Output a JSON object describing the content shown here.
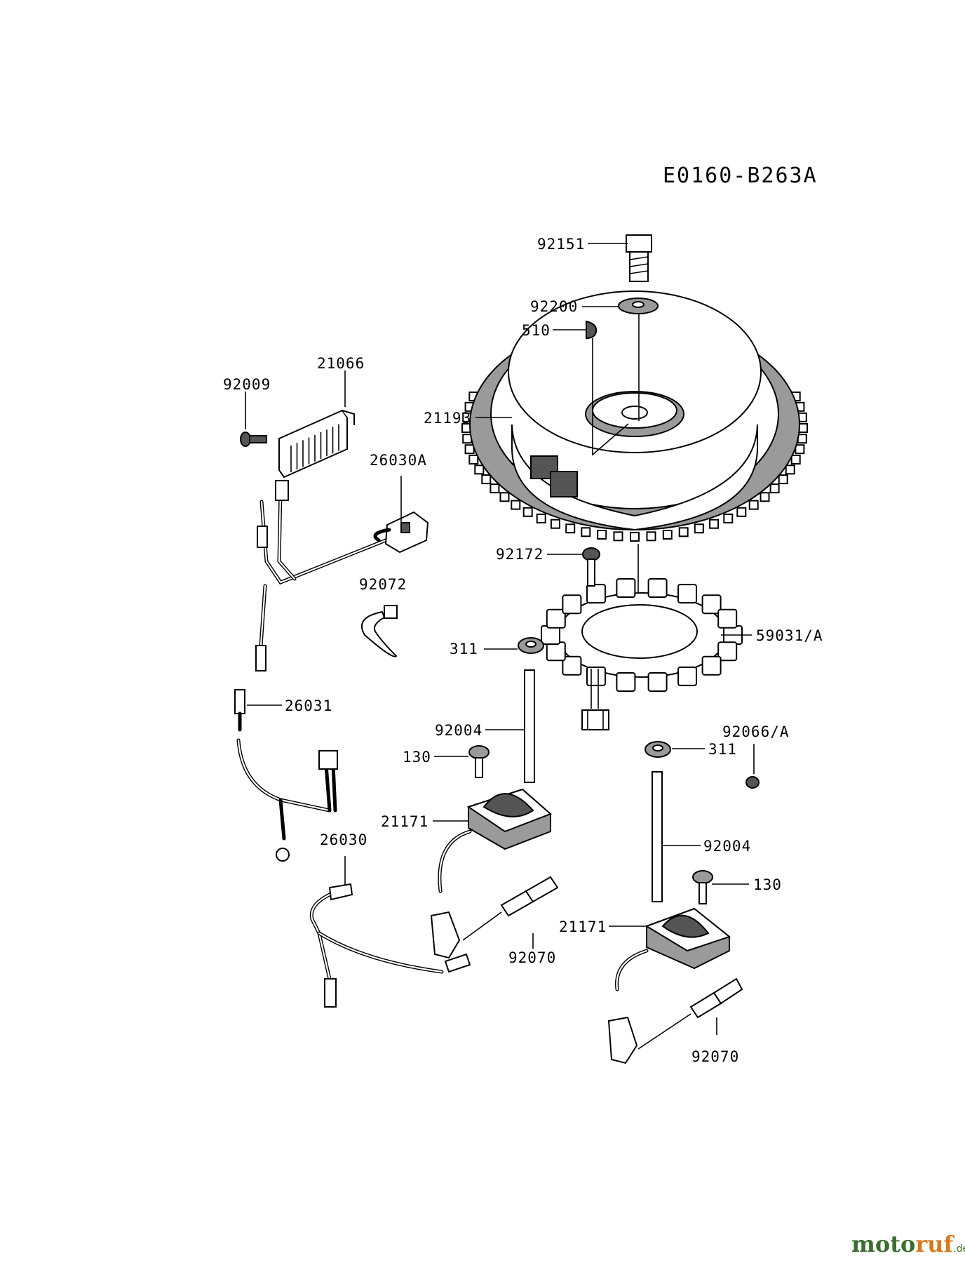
{
  "diagram_code": "E0160-B263A",
  "watermark": {
    "brand_a": "moto",
    "brand_b": "ruf",
    "suffix": ".de"
  },
  "callouts": {
    "p92151": "92151",
    "p92200": "92200",
    "p510": "510",
    "p21193": "21193",
    "p21066": "21066",
    "p92009": "92009",
    "p26030A": "26030A",
    "p92072": "92072",
    "p92172": "92172",
    "p59031A": "59031/A",
    "p311a": "311",
    "p26031": "26031",
    "p92004a": "92004",
    "p130a": "130",
    "p21171a": "21171",
    "p26030": "26030",
    "p92070a": "92070",
    "p92066A": "92066/A",
    "p311b": "311",
    "p92004b": "92004",
    "p130b": "130",
    "p21171b": "21171",
    "p92070b": "92070"
  }
}
